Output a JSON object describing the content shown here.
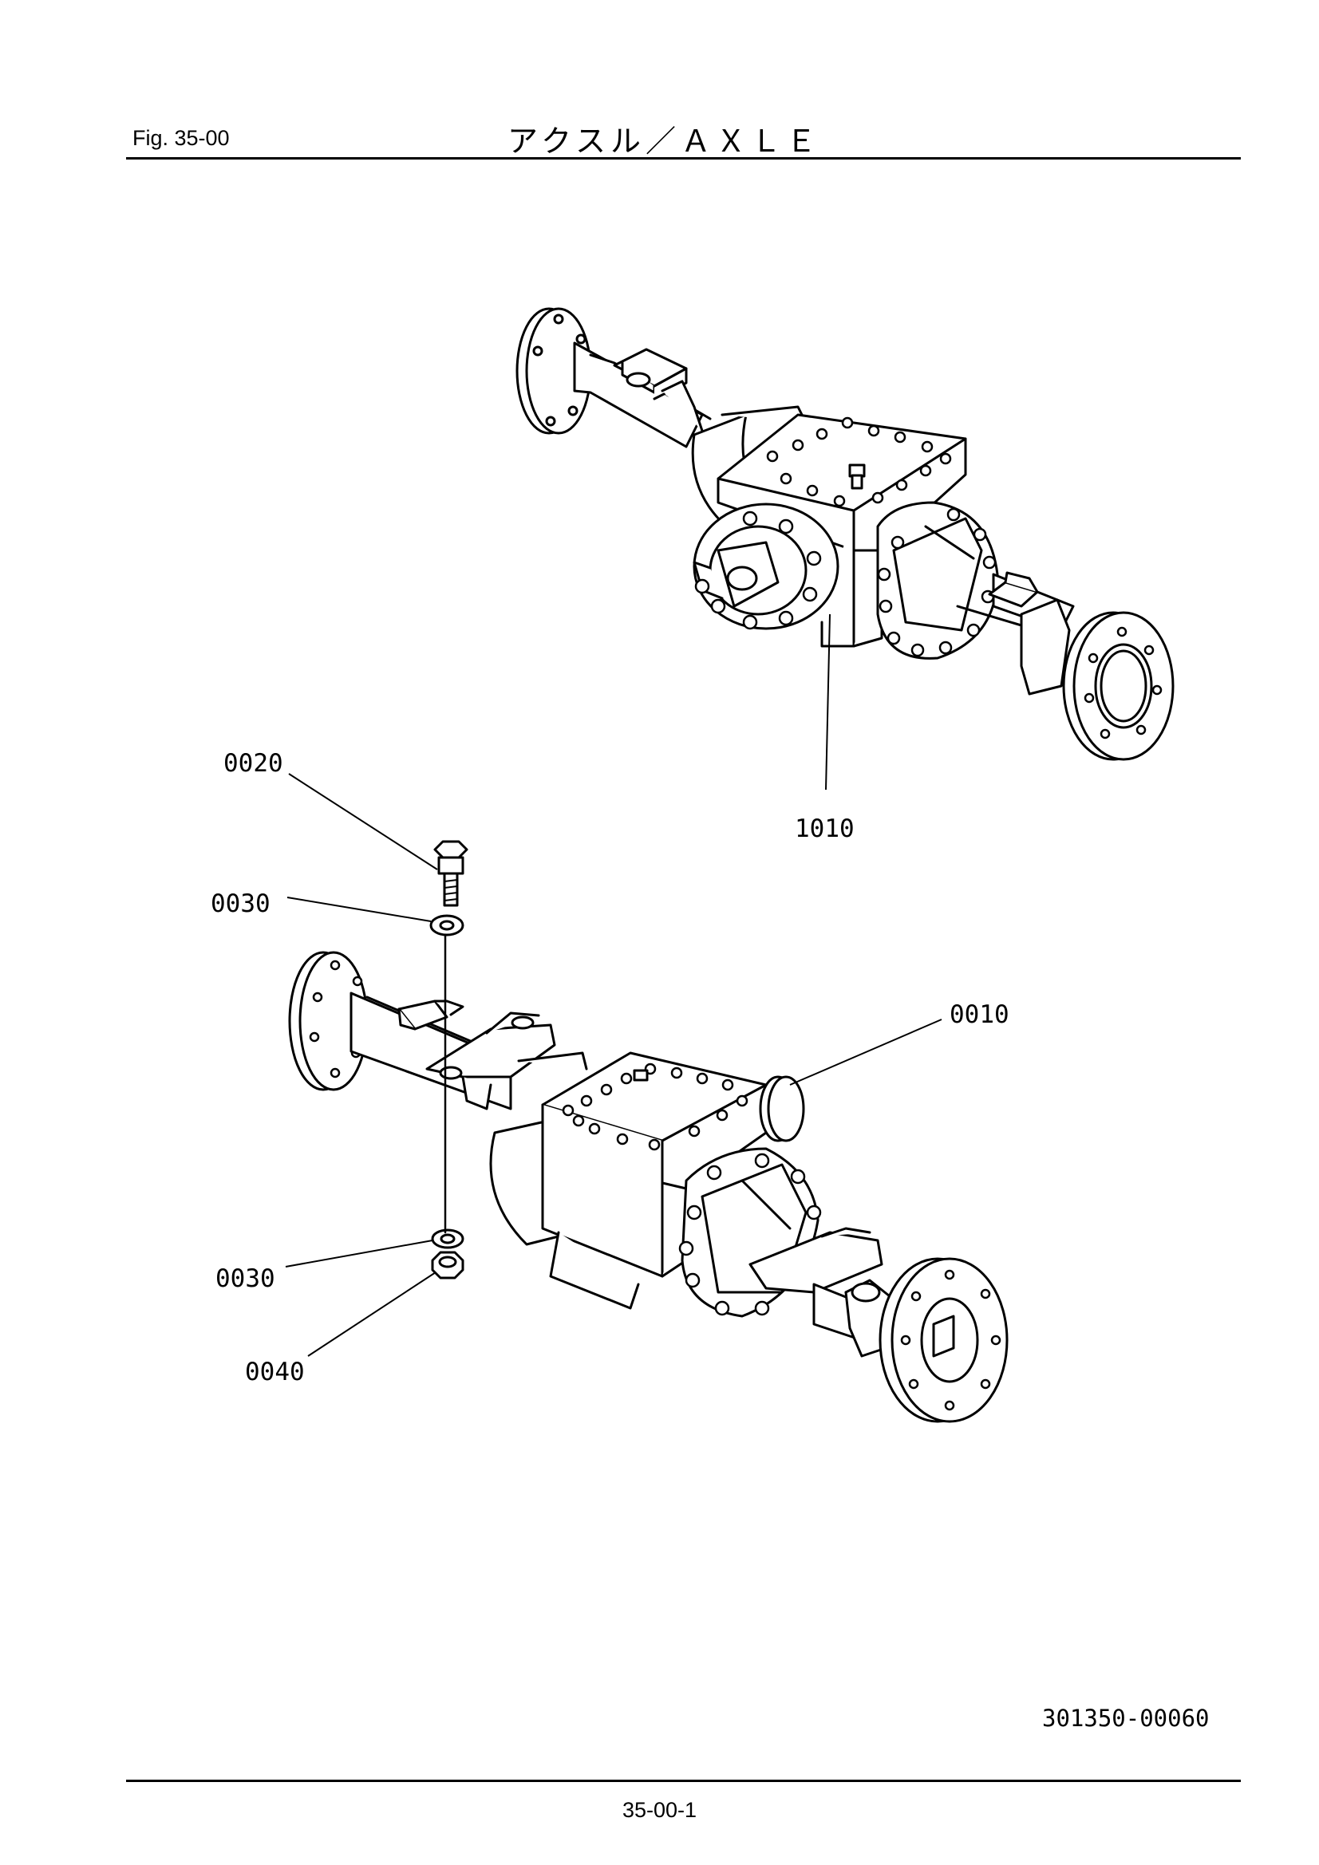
{
  "header": {
    "fig_label": "Fig.  35-00",
    "title": "アクスル／ＡＸＬＥ"
  },
  "callouts": {
    "p1010": "1010",
    "p0020": "0020",
    "p0030_upper": "0030",
    "p0010": "0010",
    "p0030_lower": "0030",
    "p0040": "0040"
  },
  "footer": {
    "drawing_number": "301350-00060",
    "page_number": "35-00-1"
  }
}
